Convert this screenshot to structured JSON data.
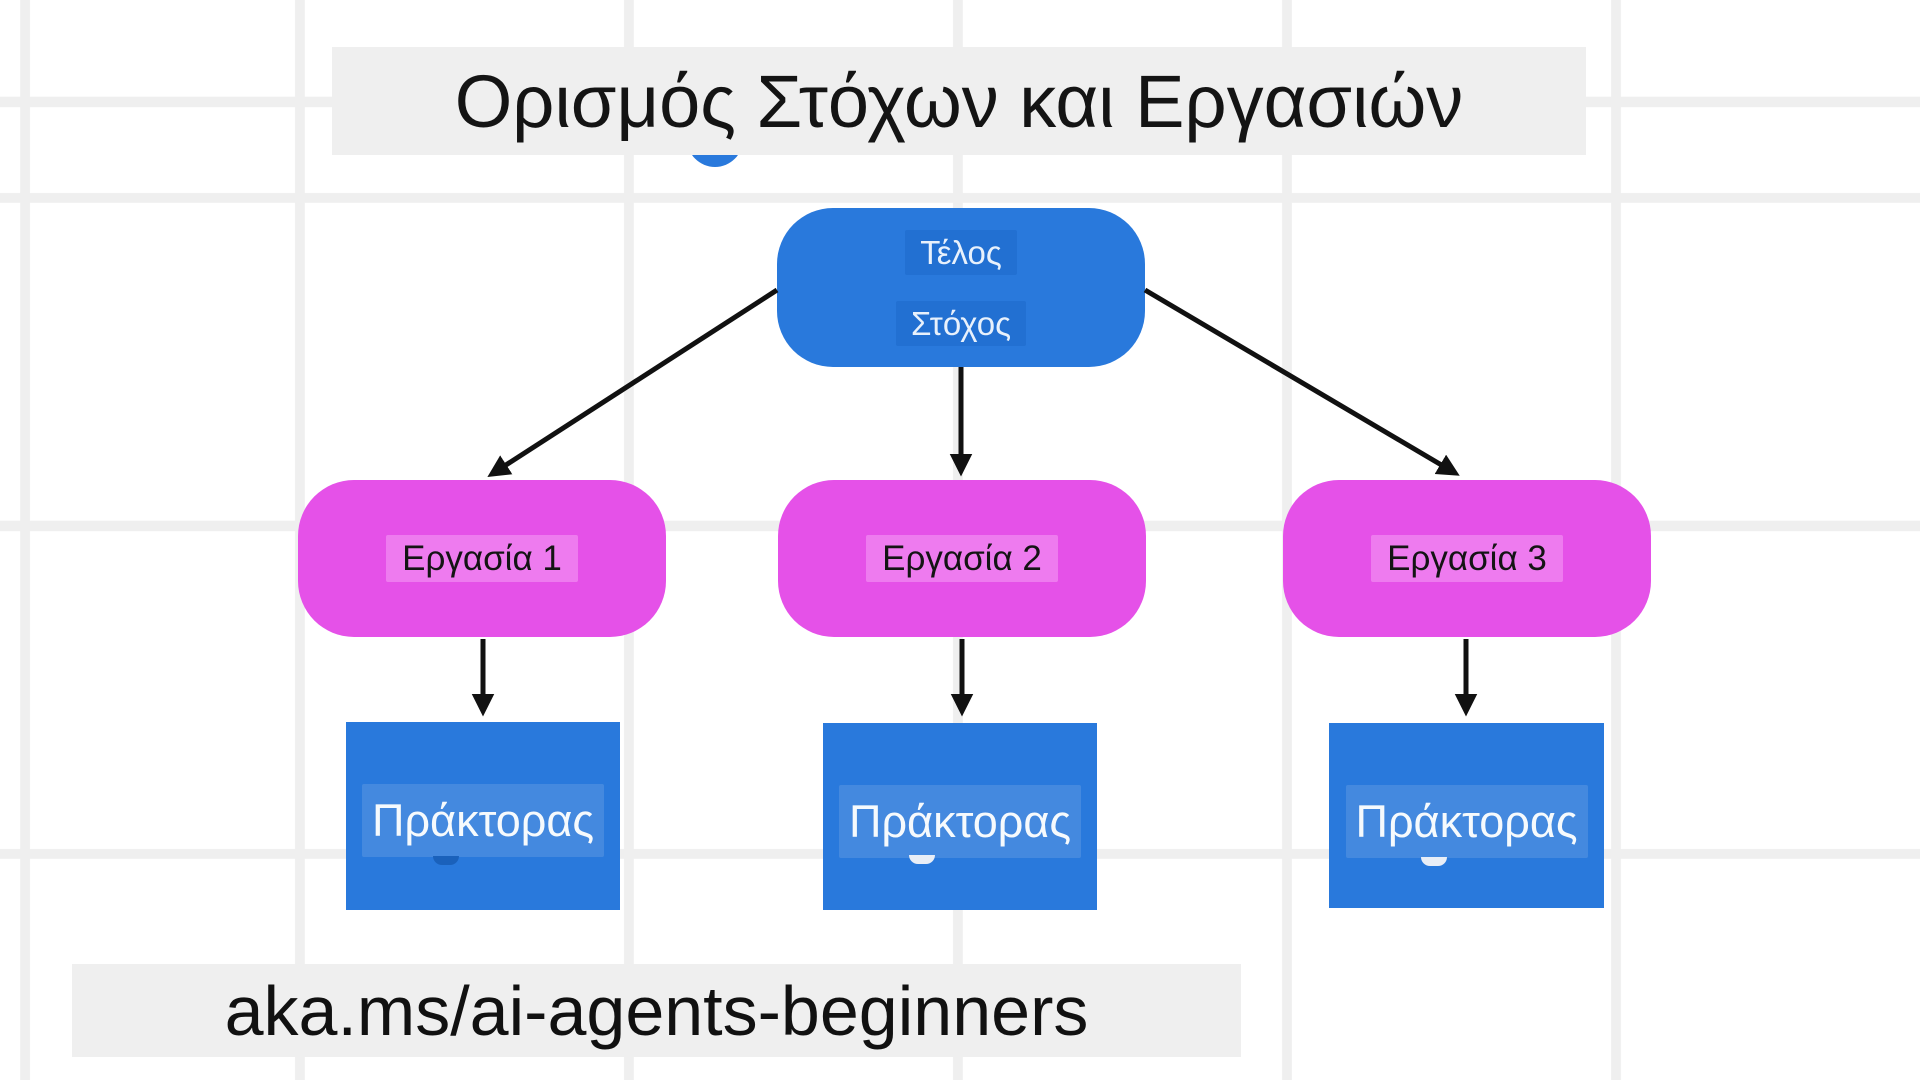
{
  "title": "Ορισμός Στόχων και Εργασιών",
  "footer": {
    "url": "aka.ms/ai-agents-beginners"
  },
  "nodes": {
    "goal": {
      "lines": [
        "Τέλος",
        "Στόχος"
      ]
    },
    "tasks": [
      {
        "label": "Εργασία 1"
      },
      {
        "label": "Εργασία 2"
      },
      {
        "label": "Εργασία 3"
      }
    ],
    "agents": [
      {
        "label": "Πράκτορας"
      },
      {
        "label": "Πράκτορας"
      },
      {
        "label": "Πράκτορας"
      }
    ]
  },
  "edges": [
    {
      "from": "goal",
      "to": "task-1"
    },
    {
      "from": "goal",
      "to": "task-2"
    },
    {
      "from": "goal",
      "to": "task-3"
    },
    {
      "from": "task-1",
      "to": "agent-1"
    },
    {
      "from": "task-2",
      "to": "agent-2"
    },
    {
      "from": "task-3",
      "to": "agent-3"
    }
  ],
  "colors": {
    "background": "#ffffff",
    "grid_line": "#efefef",
    "bar_background": "#efefef",
    "node_blue": "#2979DC",
    "goal_label_background": "#2270D2",
    "agent_label_background": "#4489DF",
    "node_magenta": "#E551E8",
    "task_label_background": "#EE7BEF",
    "arrow": "#111111",
    "text_dark": "#141414",
    "text_light": "#f6fafd"
  }
}
